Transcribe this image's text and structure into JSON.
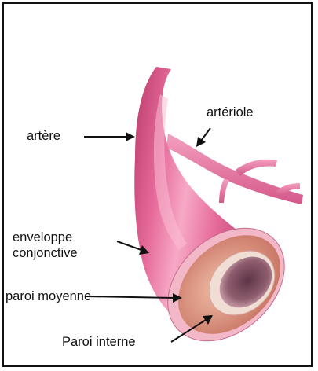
{
  "labels": {
    "artere": "artère",
    "arteriole": "artériole",
    "enveloppe_line1": "enveloppe",
    "enveloppe_line2": "conjonctive",
    "paroi_moyenne": "paroi moyenne",
    "paroi_interne": "Paroi interne"
  },
  "colors": {
    "vessel_pink": "#e56a9a",
    "vessel_highlight": "#f7a9c6",
    "vessel_shadow": "#b83a6b",
    "adventitia_rim": "#f2b8c8",
    "media_layer": "#d9907a",
    "intima_layer": "#f0ddd4",
    "lumen": "#8e5e6f"
  }
}
